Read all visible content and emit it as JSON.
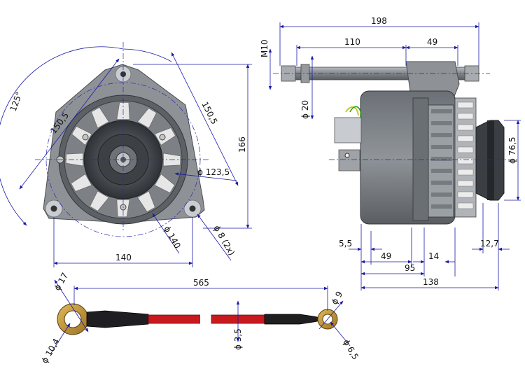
{
  "dimensions": {
    "front_view": {
      "angle": "125°",
      "radius_left": "150,5",
      "radius_right": "150,5",
      "height": "166",
      "bolt_circle": "ϕ 123,5",
      "width": "140",
      "body_diameter": "ϕ 140",
      "mount_holes": "ϕ 8 (2x)"
    },
    "side_view": {
      "overall_length": "198",
      "stud_length": "110",
      "stud_offset": "49",
      "thread": "M10",
      "stud_diameter": "ϕ 20",
      "pulley_diameter": "ϕ 76,5",
      "depth_5_5": "5,5",
      "depth_49": "49",
      "depth_14": "14",
      "depth_95": "95",
      "pulley_width": "12,7",
      "body_length": "138"
    },
    "cable": {
      "length": "565",
      "eye_left_outer": "ϕ 17",
      "eye_left_inner": "ϕ 10,4",
      "wire_diameter": "ϕ 3,5",
      "eye_right_outer": "ϕ 9",
      "eye_right_inner": "ϕ 6,5"
    }
  },
  "colors": {
    "dimension_line": "#1a1aa8",
    "housing": "#8e9296",
    "wire": "#c8191e",
    "lug": "#c89a3a"
  }
}
